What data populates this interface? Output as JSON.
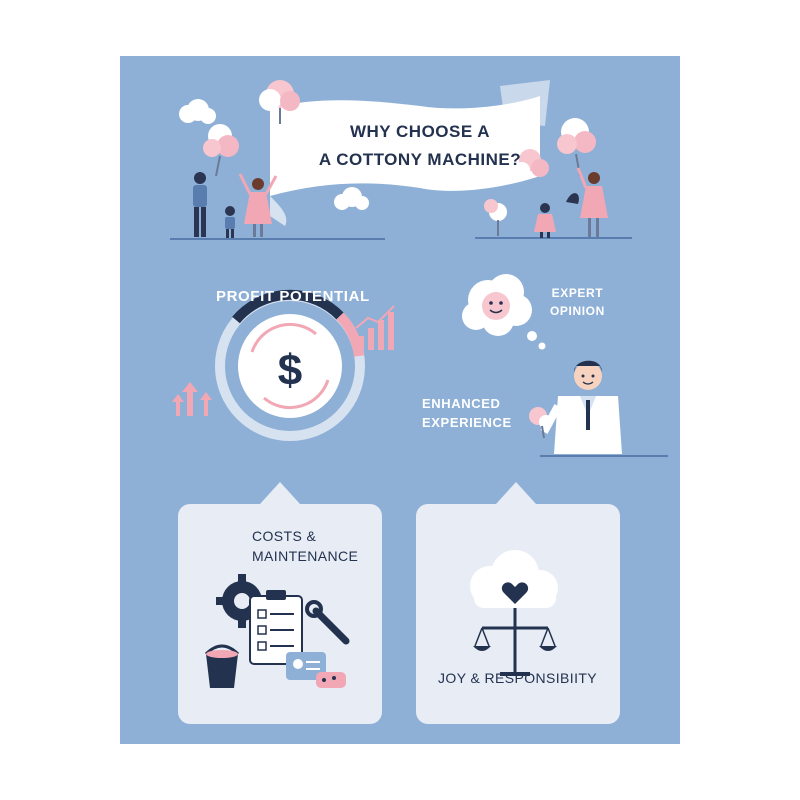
{
  "title": {
    "line1": "WHY CHOOSE A",
    "line2": "A COTTONY MACHINE?"
  },
  "sections": {
    "profit": {
      "label": "PROFIT POTENTIAL",
      "symbol": "$"
    },
    "expert": {
      "label_line1": "EXPERT",
      "label_line2": "OPINION"
    },
    "experience": {
      "label_line1": "ENHANCED",
      "label_line2": "EXPERIENCE"
    },
    "costs": {
      "label_line1": "COSTS &",
      "label_line2": "MAINTENANCE"
    },
    "joy": {
      "label": "JOY & RESPONSIBIITY"
    }
  },
  "colors": {
    "background": "#8eb0d6",
    "navy": "#23324f",
    "pink": "#f2a7b5",
    "card": "#e8edf5",
    "white": "#ffffff"
  }
}
